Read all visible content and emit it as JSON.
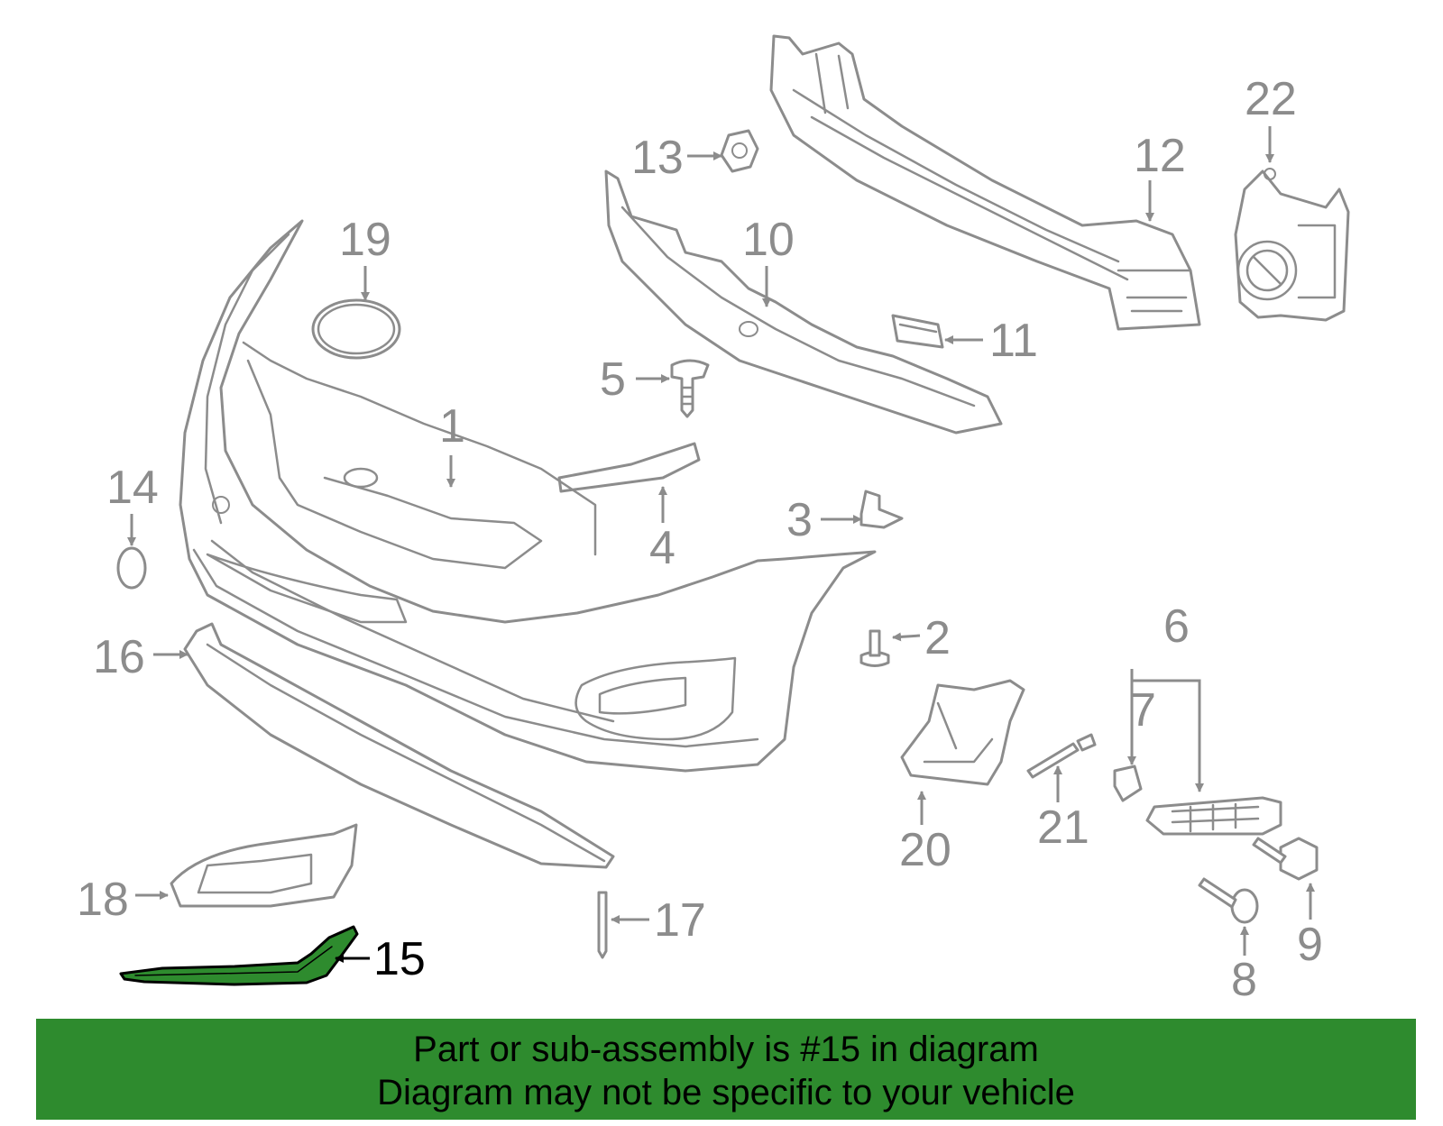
{
  "callouts": {
    "n1": "1",
    "n2": "2",
    "n3": "3",
    "n4": "4",
    "n5": "5",
    "n6": "6",
    "n7": "7",
    "n8": "8",
    "n9": "9",
    "n10": "10",
    "n11": "11",
    "n12": "12",
    "n13": "13",
    "n14": "14",
    "n15": "15",
    "n16": "16",
    "n17": "17",
    "n18": "18",
    "n19": "19",
    "n20": "20",
    "n21": "21",
    "n22": "22"
  },
  "highlighted_part": "15",
  "colors": {
    "highlight": "#2e8b2e",
    "line": "#8c8c8c",
    "banner": "#2e8b2e"
  },
  "banner": {
    "line1": "Part or sub-assembly is #15 in diagram",
    "line2": "Diagram may not be specific to your vehicle"
  }
}
